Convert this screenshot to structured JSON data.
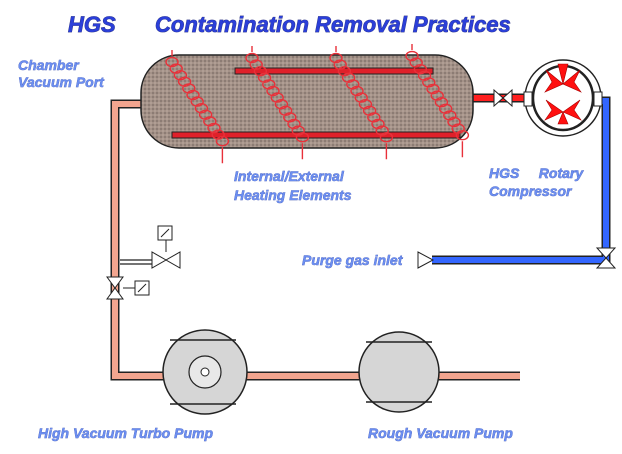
{
  "title": {
    "left": "HGS",
    "right": "Contamination Removal Practices"
  },
  "labels": {
    "chamber_port_line1": "Chamber",
    "chamber_port_line2": "Vacuum Port",
    "heating_line1": "Internal/External",
    "heating_line2": "Heating Elements",
    "compressor_line1": "HGS     Rotary",
    "compressor_line2": "Compressor",
    "purge_inlet": "Purge gas inlet",
    "turbo_pump": "High Vacuum Turbo Pump",
    "rough_pump": "Rough Vacuum Pump"
  },
  "icons": {
    "chamber": "vacuum-chamber-icon",
    "heating_coil": "heating-coil-icon",
    "compressor": "rotary-compressor-icon",
    "turbo_pump": "turbo-pump-icon",
    "rough_pump": "rough-pump-icon",
    "valve": "valve-icon",
    "check_valve": "check-valve-icon",
    "actuator": "actuator-icon"
  },
  "colors": {
    "title": "#2b3fd9",
    "label": "#6b8ef0",
    "pipe_salmon": "#f2a58f",
    "pipe_red": "#ff2020",
    "pipe_blue": "#3366ff",
    "coil": "#e8313a",
    "chamber_fill": "#9c8c85",
    "pump_fill": "#d6d6d6",
    "rotor_red": "#ff1010"
  }
}
